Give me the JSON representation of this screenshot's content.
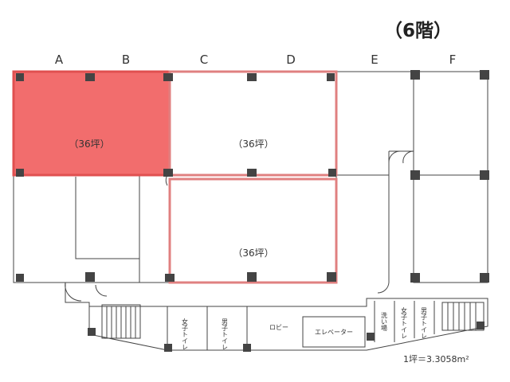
{
  "floor_title": "（6階）",
  "columns": [
    "A",
    "B",
    "C",
    "D",
    "E",
    "F"
  ],
  "units": [
    {
      "id": "unit-ab",
      "label": "（36坪）",
      "highlighted": true
    },
    {
      "id": "unit-cd-upper",
      "label": "（36坪）",
      "highlighted": false
    },
    {
      "id": "unit-cd-lower",
      "label": "（36坪）",
      "highlighted": false
    }
  ],
  "facilities": {
    "womens_toilet_left": "女子トイレ",
    "mens_toilet_left": "男子トイレ",
    "lobby": "ロビー",
    "elevator": "エレベーター",
    "washroom": "洗い場",
    "womens_toilet_right": "女子トイレ",
    "mens_toilet_right": "男子トイレ"
  },
  "area_note": "1坪＝3.3058m²",
  "colors": {
    "highlight_fill": "#f26d6d",
    "highlight_border": "#e05050",
    "outline_border": "#e08080",
    "wall": "#444444"
  }
}
